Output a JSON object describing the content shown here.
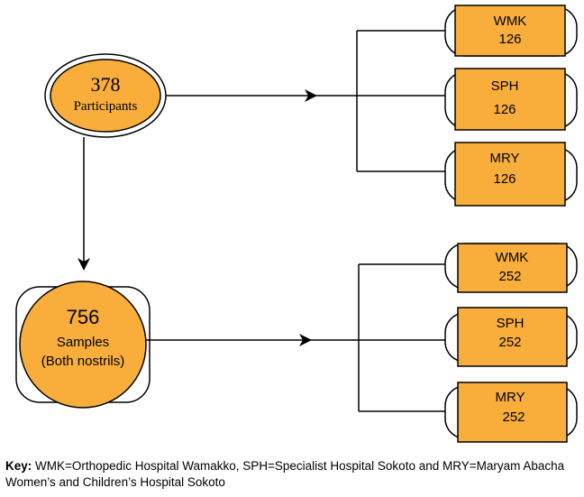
{
  "participants": {
    "count": "378",
    "label": "Participants"
  },
  "samples": {
    "count": "756",
    "label_line1": "Samples",
    "label_line2": "(Both nostrils)"
  },
  "participant_sites": [
    {
      "code": "WMK",
      "value": "126"
    },
    {
      "code": "SPH",
      "value": "126"
    },
    {
      "code": "MRY",
      "value": "126"
    }
  ],
  "sample_sites": [
    {
      "code": "WMK",
      "value": "252"
    },
    {
      "code": "SPH",
      "value": "252"
    },
    {
      "code": "MRY",
      "value": "252"
    }
  ],
  "key": {
    "label": "Key:",
    "text": "WMK=Orthopedic Hospital Wamakko, SPH=Specialist Hospital Sokoto and MRY=Maryam Abacha Women’s and Children’s Hospital Sokoto"
  },
  "colors": {
    "node_fill": "#F9AE3C",
    "stroke": "#000000"
  }
}
